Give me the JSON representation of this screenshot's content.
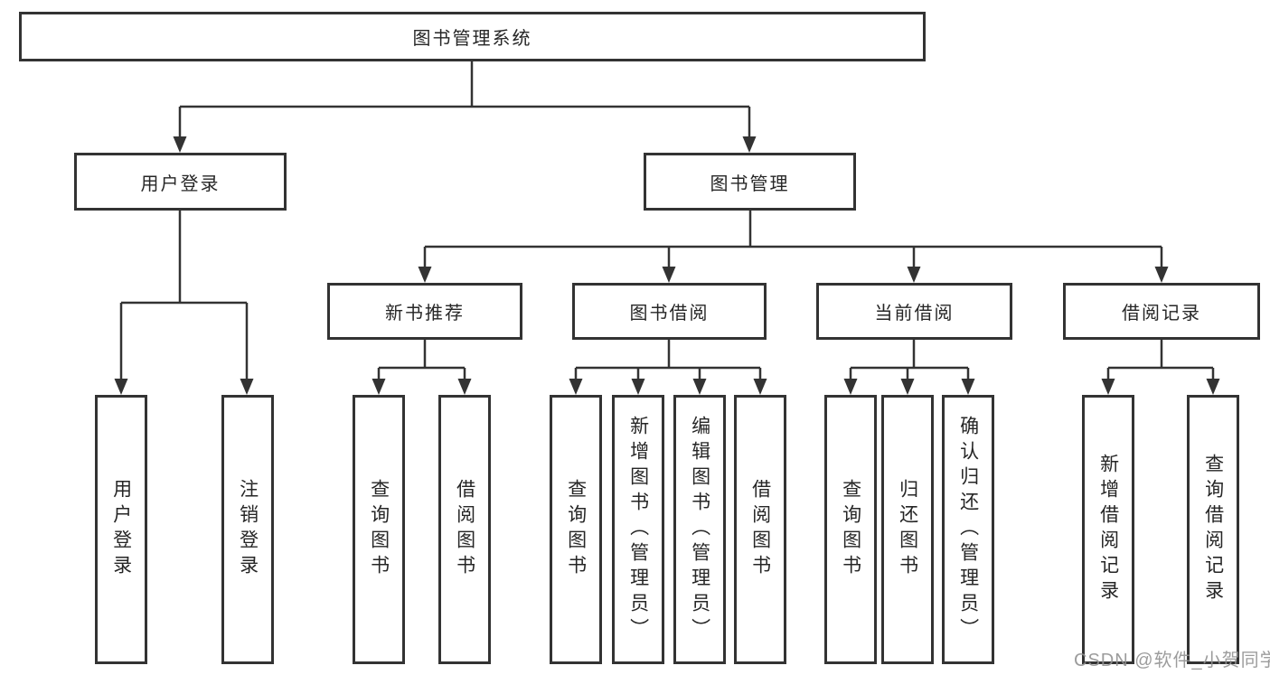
{
  "diagram": {
    "root": {
      "label": "图书管理系统"
    },
    "level2": [
      {
        "label": "用户登录"
      },
      {
        "label": "图书管理"
      }
    ],
    "level3": [
      {
        "label": "新书推荐"
      },
      {
        "label": "图书借阅"
      },
      {
        "label": "当前借阅"
      },
      {
        "label": "借阅记录"
      }
    ],
    "leaves": [
      {
        "label": "用户登录"
      },
      {
        "label": "注销登录"
      },
      {
        "label": "查询图书"
      },
      {
        "label": "借阅图书"
      },
      {
        "label": "查询图书"
      },
      {
        "label": "新增图书（管理员）"
      },
      {
        "label": "编辑图书（管理员）"
      },
      {
        "label": "借阅图书"
      },
      {
        "label": "查询图书"
      },
      {
        "label": "归还图书"
      },
      {
        "label": "确认归还（管理员）"
      },
      {
        "label": "新增借阅记录"
      },
      {
        "label": "查询借阅记录"
      }
    ],
    "colors": {
      "line": "#333333",
      "text": "#262626",
      "box_background": "#ffffff",
      "watermark": "#919191"
    }
  },
  "watermark": {
    "text": "CSDN @软件_小贺同学"
  }
}
